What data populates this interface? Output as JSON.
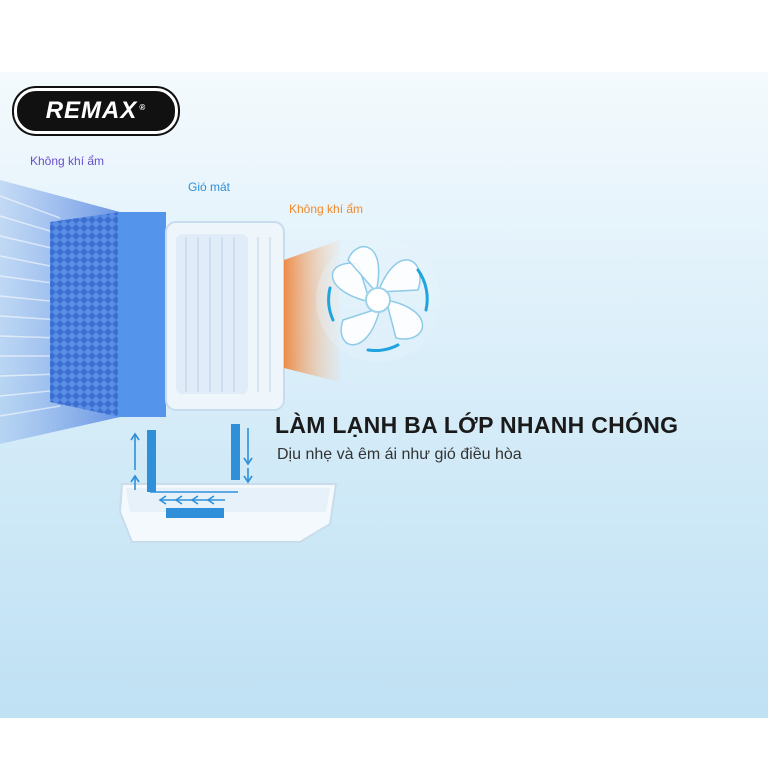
{
  "brand": {
    "logo_text": "REMAX",
    "registered_mark": "®"
  },
  "labels": {
    "humid_air_left": "Không khí ẩm",
    "cool_wind": "Gió mát",
    "humid_air_right": "Không khí ẩm"
  },
  "headline": {
    "title": "LÀM LẠNH BA LỚP NHANH CHÓNG",
    "subtitle": "Dịu nhẹ và êm ái như gió điều hòa"
  },
  "colors": {
    "accent_blue": "#2f8fd8",
    "label_purple": "#6a4fd0",
    "label_orange": "#f08a2a"
  }
}
